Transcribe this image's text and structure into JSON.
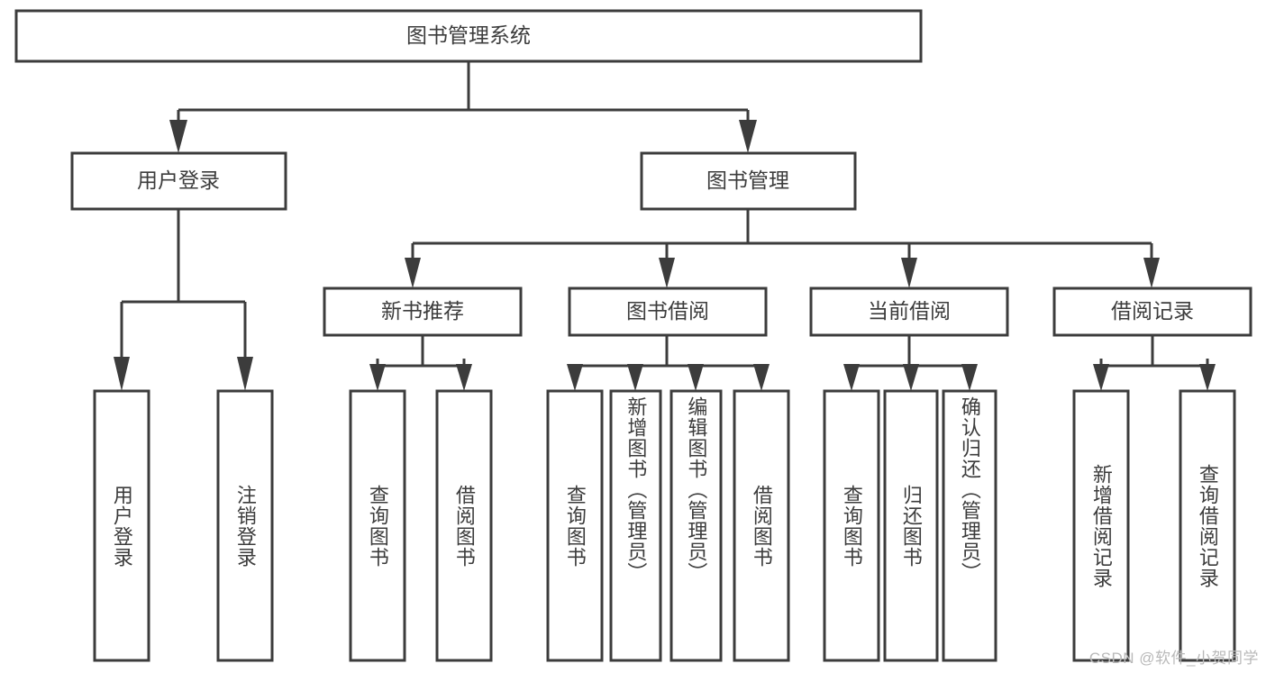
{
  "diagram": {
    "type": "tree-hierarchy",
    "title": "图书管理系统",
    "root": {
      "label": "图书管理系统"
    },
    "level1": [
      {
        "id": "user-login",
        "label": "用户登录"
      },
      {
        "id": "book-manage",
        "label": "图书管理"
      }
    ],
    "level2": [
      {
        "id": "new-book-recommend",
        "label": "新书推荐",
        "parent": "book-manage"
      },
      {
        "id": "book-borrow",
        "label": "图书借阅",
        "parent": "book-manage"
      },
      {
        "id": "current-borrow",
        "label": "当前借阅",
        "parent": "book-manage"
      },
      {
        "id": "borrow-record",
        "label": "借阅记录",
        "parent": "book-manage"
      }
    ],
    "leaves": [
      {
        "id": "leaf-user-login",
        "label": "用户登录",
        "parent": "user-login"
      },
      {
        "id": "leaf-user-logout",
        "label": "注销登录",
        "parent": "user-login"
      },
      {
        "id": "leaf-query-book-1",
        "label": "查询图书",
        "parent": "new-book-recommend"
      },
      {
        "id": "leaf-borrow-book-1",
        "label": "借阅图书",
        "parent": "new-book-recommend"
      },
      {
        "id": "leaf-query-book-2",
        "label": "查询图书",
        "parent": "book-borrow"
      },
      {
        "id": "leaf-add-book",
        "label": "新增图书（管理员）",
        "parent": "book-borrow"
      },
      {
        "id": "leaf-edit-book",
        "label": "编辑图书（管理员）",
        "parent": "book-borrow"
      },
      {
        "id": "leaf-borrow-book-2",
        "label": "借阅图书",
        "parent": "book-borrow"
      },
      {
        "id": "leaf-query-book-3",
        "label": "查询图书",
        "parent": "current-borrow"
      },
      {
        "id": "leaf-return-book",
        "label": "归还图书",
        "parent": "current-borrow"
      },
      {
        "id": "leaf-confirm-return",
        "label": "确认归还（管理员）",
        "parent": "current-borrow"
      },
      {
        "id": "leaf-add-record",
        "label": "新增借阅记录",
        "parent": "borrow-record"
      },
      {
        "id": "leaf-query-record",
        "label": "查询借阅记录",
        "parent": "borrow-record"
      }
    ],
    "colors": {
      "stroke": "#3c3c3c",
      "fill": "#ffffff",
      "text": "#3c3c3c",
      "watermark": "#b9b9b9"
    }
  },
  "watermark": {
    "text": "CSDN @软件_小贺同学"
  }
}
